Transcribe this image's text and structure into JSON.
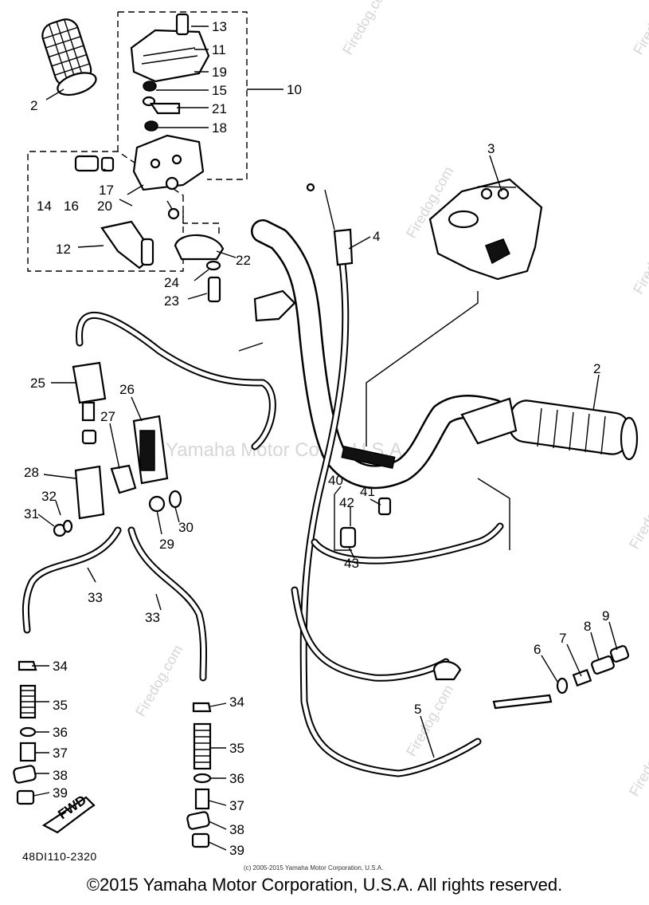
{
  "watermark": {
    "text": "Firedog.com",
    "center_text": "Yamaha Motor Corp., U.S.A."
  },
  "drawing_number": "48DI110-2320",
  "small_copyright": "(c) 2005-2015 Yamaha Motor Corporation, U.S.A.",
  "footer": "©2015 Yamaha Motor Corporation, U.S.A. All rights reserved.",
  "fwd_label": "FWD",
  "callouts": {
    "c2a": "2",
    "c2b": "2",
    "c3": "3",
    "c4": "4",
    "c5": "5",
    "c6": "6",
    "c7": "7",
    "c8": "8",
    "c9": "9",
    "c10": "10",
    "c11": "11",
    "c12": "12",
    "c13": "13",
    "c14": "14",
    "c15": "15",
    "c16": "16",
    "c17": "17",
    "c18": "18",
    "c19": "19",
    "c20": "20",
    "c21": "21",
    "c22": "22",
    "c23": "23",
    "c24": "24",
    "c25": "25",
    "c26": "26",
    "c27": "27",
    "c28": "28",
    "c29": "29",
    "c30": "30",
    "c31": "31",
    "c32": "32",
    "c33a": "33",
    "c33b": "33",
    "c34a": "34",
    "c34b": "34",
    "c35a": "35",
    "c35b": "35",
    "c36a": "36",
    "c36b": "36",
    "c37a": "37",
    "c37b": "37",
    "c38a": "38",
    "c38b": "38",
    "c39a": "39",
    "c39b": "39",
    "c40": "40",
    "c41": "41",
    "c42": "42",
    "c43": "43"
  }
}
